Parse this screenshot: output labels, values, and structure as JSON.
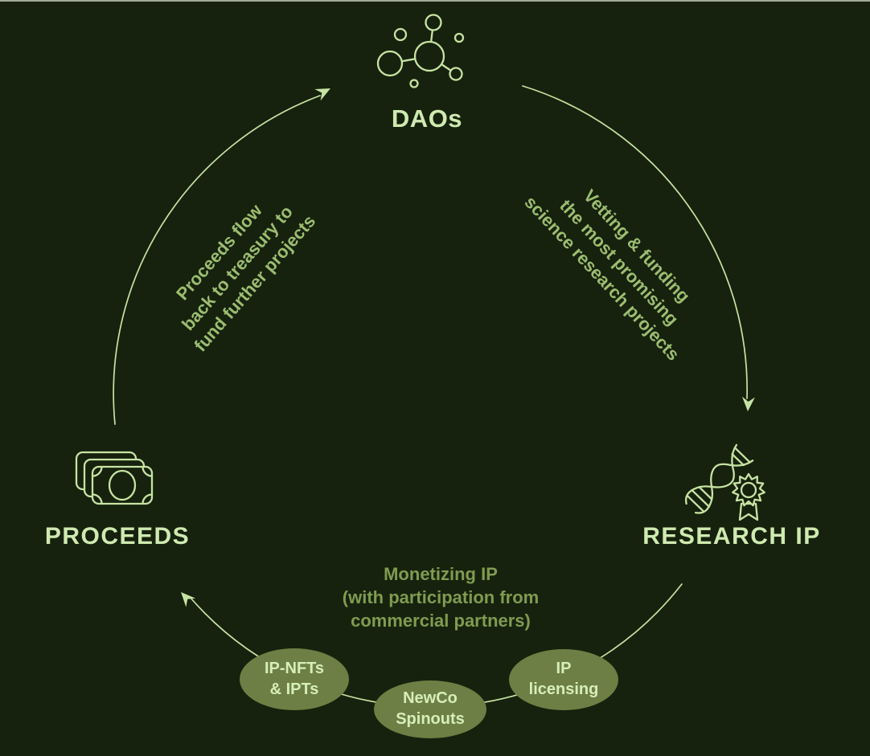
{
  "palette": {
    "background": "#16220d",
    "stroke": "#c7e3a3",
    "label": "#cfeab0",
    "arc_text": "#9cbd70",
    "monetize_text": "#7f9b50",
    "ellipse_fill": "#6d7f44",
    "ellipse_text": "#d6eeb9",
    "edge_line": "#dde5d4"
  },
  "nodes": {
    "daos": {
      "label": "DAOs",
      "icon": "molecule-icon"
    },
    "research_ip": {
      "label": "RESEARCH IP",
      "icon": "dna-award-icon"
    },
    "proceeds": {
      "label": "PROCEEDS",
      "icon": "banknotes-icon"
    }
  },
  "edges": {
    "daos_to_research_ip": {
      "lines": [
        "Vetting & funding",
        "the most promising",
        "science research projects"
      ]
    },
    "research_ip_to_proceeds": {
      "lines": [
        "Monetizing IP",
        "(with participation from",
        "commercial partners)"
      ]
    },
    "proceeds_to_daos": {
      "lines": [
        "Proceeds flow",
        "back to treasury to",
        "fund further projects"
      ]
    }
  },
  "monetization_bubbles": [
    {
      "lines": [
        "IP-NFTs",
        "& IPTs"
      ]
    },
    {
      "lines": [
        "NewCo",
        "Spinouts"
      ]
    },
    {
      "lines": [
        "IP",
        "licensing"
      ]
    }
  ]
}
